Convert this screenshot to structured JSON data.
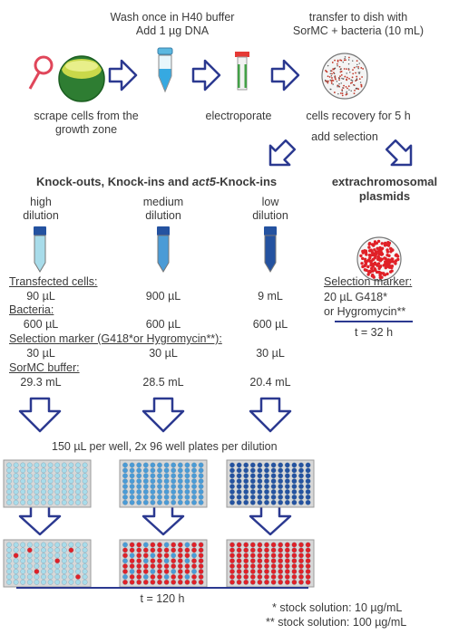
{
  "steps": {
    "wash_line1": "Wash once in H40 buffer",
    "wash_line2": "Add 1 µg DNA",
    "transfer_line1": "transfer to dish with",
    "transfer_line2": "SorMC + bacteria (10 mL)",
    "scrape_line1": "scrape cells from the",
    "scrape_line2": "growth zone",
    "electroporate": "electroporate",
    "recovery": "cells recovery for 5 h",
    "add_selection": "add selection"
  },
  "knock": {
    "title_prefix": "Knock-outs, Knock-ins and ",
    "title_italic": "act5",
    "title_suffix": "-Knock-ins",
    "high_line1": "high",
    "high_line2": "dilution",
    "medium_line1": "medium",
    "medium_line2": "dilution",
    "low_line1": "low",
    "low_line2": "dilution",
    "transfected_label": "Transfected cells:",
    "transfected": [
      "90 µL",
      "900 µL",
      "9 mL"
    ],
    "bacteria_label": "Bacteria:",
    "bacteria": [
      "600 µL",
      "600 µL",
      "600 µL"
    ],
    "selection_label": "Selection marker (G418*or Hygromycin**):",
    "selection": [
      "30 µL",
      "30 µL",
      "30 µL"
    ],
    "sormc_label": "SorMC buffer:",
    "sormc": [
      "29.3 mL",
      "28.5 mL",
      "20.4 mL"
    ],
    "plating": "150 µL per well, 2x 96 well plates per dilution",
    "time": "t = 120 h"
  },
  "extra": {
    "title_line1": "extrachromosomal",
    "title_line2": "plasmids",
    "marker_label": "Selection marker:",
    "marker_line1": "20 µL G418*",
    "marker_line2": "or Hygromycin**",
    "time": "t = 32 h"
  },
  "footnotes": {
    "stock1": "* stock solution: 10 µg/mL",
    "stock2": "** stock solution: 100 µg/mL"
  },
  "colors": {
    "arrow": "#2b3990",
    "light": "#a8dcea",
    "medium": "#4a9bd6",
    "dark": "#2452a0",
    "red": "#e02027",
    "dish_green": "#3a8a3a"
  }
}
